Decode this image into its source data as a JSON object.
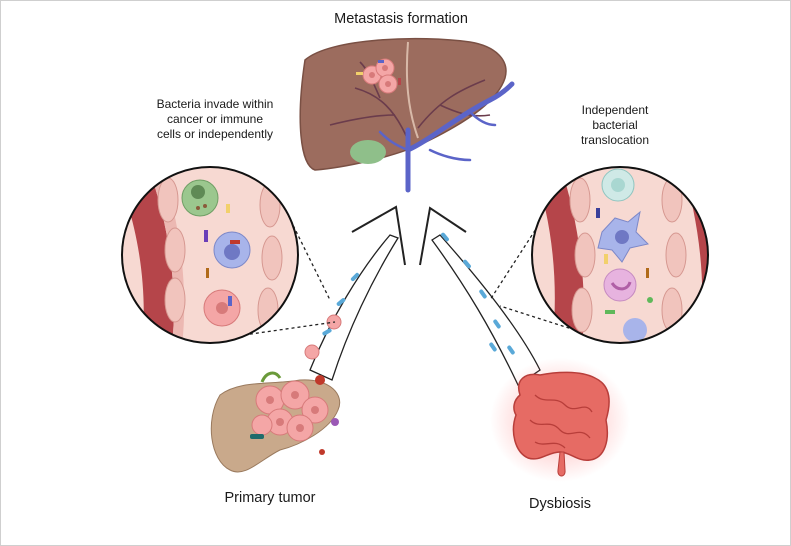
{
  "labels": {
    "metastasis": "Metastasis formation",
    "left_callout": [
      "Bacteria invade within",
      "cancer or immune",
      "cells or  independently"
    ],
    "right_callout": [
      "Independent",
      "bacterial",
      "translocation"
    ],
    "primary_tumor": "Primary tumor",
    "dysbiosis": "Dysbiosis"
  },
  "colors": {
    "liver": "#9c6c5e",
    "vein": "#5b64c8",
    "vessel_wall": "#b5454a",
    "cell_pink": "#f4a6a6",
    "bacteria_blue": "#5aa9d8",
    "intestine": "#d9534f",
    "tumor_tissue": "#c9a98b"
  },
  "icons": [
    "liver-icon",
    "vessel-zoom-left",
    "vessel-zoom-right",
    "pancreas-tumor-icon",
    "intestine-icon"
  ]
}
